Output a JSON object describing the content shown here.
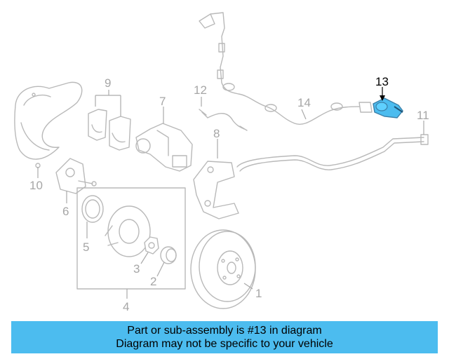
{
  "diagram": {
    "highlight_color": "#4cbcef",
    "highlighted_part": "13",
    "callouts": [
      {
        "id": "c1",
        "label": "1"
      },
      {
        "id": "c2",
        "label": "2"
      },
      {
        "id": "c3",
        "label": "3"
      },
      {
        "id": "c4",
        "label": "4"
      },
      {
        "id": "c5",
        "label": "5"
      },
      {
        "id": "c6",
        "label": "6"
      },
      {
        "id": "c7",
        "label": "7"
      },
      {
        "id": "c8",
        "label": "8"
      },
      {
        "id": "c9",
        "label": "9"
      },
      {
        "id": "c10",
        "label": "10"
      },
      {
        "id": "c11",
        "label": "11"
      },
      {
        "id": "c12",
        "label": "12"
      },
      {
        "id": "c13",
        "label": "13"
      },
      {
        "id": "c14",
        "label": "14"
      }
    ]
  },
  "banner": {
    "line1": "Part or sub-assembly is #13 in diagram",
    "line2": "Diagram may not be specific to your vehicle",
    "background": "#4cbcef"
  }
}
